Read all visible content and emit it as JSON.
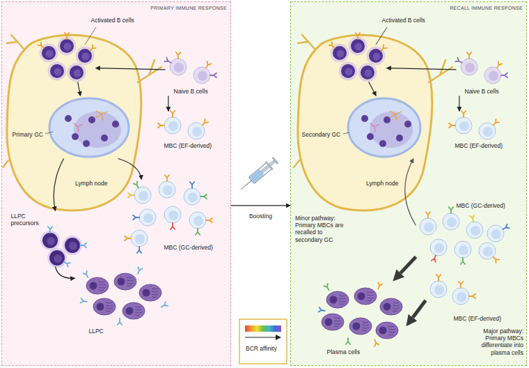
{
  "diagram": {
    "nodes": [
      {
        "text": [
          "PRIMARY IMMUNE RESPONSE"
        ]
      },
      {
        "text": [
          "Activated B cells"
        ],
        "in": 0
      },
      {
        "text": [
          "Naive B cells"
        ],
        "in": 0
      },
      {
        "text": [
          "MBC (EF-derived)"
        ],
        "in": 0
      },
      {
        "text": [
          "Primary GC"
        ],
        "in": 0
      },
      {
        "text": [
          "MBC (GC-derived)"
        ],
        "in": 0
      },
      {
        "text": [
          "LLPC precursors"
        ],
        "in": 0
      },
      {
        "text": [
          "LLPC"
        ],
        "in": 0
      },
      {
        "text": [
          "RECALL IMMUNE RESPONSE"
        ]
      },
      {
        "text": [
          "Activated B cells"
        ],
        "in": 8
      },
      {
        "text": [
          "Naive B cells"
        ],
        "in": 8
      },
      {
        "text": [
          "MBC (EF-derived)"
        ],
        "in": 8
      },
      {
        "text": [
          "Secondary GC"
        ],
        "in": 8
      },
      {
        "text": [
          "MBC (GC-derived)"
        ],
        "in": 8
      },
      {
        "text": [
          "MBC (EF-derived)"
        ],
        "in": 8
      },
      {
        "text": [
          "Plasma cells"
        ],
        "in": 8
      }
    ],
    "edges": [
      {
        "from": 2,
        "to": 1,
        "arrow": "to"
      },
      {
        "from": 2,
        "to": 3,
        "arrow": "to"
      },
      {
        "from": 1,
        "to": 4,
        "arrow": "to"
      },
      {
        "from": 4,
        "to": 6,
        "arrow": "to"
      },
      {
        "from": 4,
        "to": 5,
        "arrow": "to"
      },
      {
        "from": 6,
        "to": 7,
        "arrow": "to"
      },
      {
        "from": 0,
        "to": 8,
        "label": "Boosting",
        "arrow": "to"
      },
      {
        "from": 10,
        "to": 9,
        "arrow": "to"
      },
      {
        "from": 10,
        "to": 11,
        "arrow": "to"
      },
      {
        "from": 9,
        "to": 12,
        "arrow": "to"
      },
      {
        "from": 13,
        "to": 12,
        "arrow": "to"
      },
      {
        "from": 13,
        "to": 15,
        "arrow": "to"
      },
      {
        "from": 14,
        "to": 15,
        "arrow": "to"
      }
    ],
    "labels": [
      "Lymph node",
      "Lymph node",
      "Minor pathway: Primary MBCs are recalled to secondary GC",
      "Major pathway: Primary MBCs differentiate into plasma cells"
    ],
    "legend": [
      {
        "text": "BCR affinity"
      }
    ]
  }
}
